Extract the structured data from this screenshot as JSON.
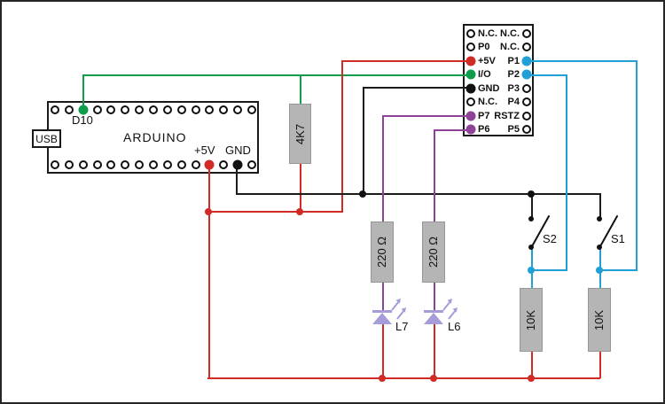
{
  "colors": {
    "wire_red": "#d02b24",
    "wire_green": "#0f9d4b",
    "wire_blue": "#21a0d8",
    "wire_purple": "#8e4397",
    "wire_black": "#1c1c1c",
    "led_body": "#a79bd9",
    "resistor_body": "#b5b5b5"
  },
  "arduino": {
    "label": "ARDUINO",
    "usb": "USB",
    "d10": "D10",
    "plus5v": "+5V",
    "gnd": "GND",
    "top_pin_count": 15,
    "bottom_pin_count": 15,
    "d10_index": 2,
    "plus5v_index": 11,
    "gnd_index": 13
  },
  "chip": {
    "left_pins": [
      {
        "label": "N.C.",
        "fill": "none"
      },
      {
        "label": "P0",
        "fill": "none"
      },
      {
        "label": "+5V",
        "fill": "red"
      },
      {
        "label": "I/O",
        "fill": "green"
      },
      {
        "label": "GND",
        "fill": "black"
      },
      {
        "label": "N.C.",
        "fill": "none"
      },
      {
        "label": "P7",
        "fill": "purple"
      },
      {
        "label": "P6",
        "fill": "purple"
      }
    ],
    "right_pins": [
      {
        "label": "N.C.",
        "fill": "none"
      },
      {
        "label": "N.C.",
        "fill": "none"
      },
      {
        "label": "P1",
        "fill": "blue"
      },
      {
        "label": "P2",
        "fill": "blue"
      },
      {
        "label": "P3",
        "fill": "none"
      },
      {
        "label": "P4",
        "fill": "none"
      },
      {
        "label": "RSTZ",
        "fill": "none"
      },
      {
        "label": "P5",
        "fill": "none"
      }
    ]
  },
  "resistors": {
    "r4k7": "4K7",
    "r220_left": "220 Ω",
    "r220_right": "220 Ω",
    "r10k_left": "10K",
    "r10k_right": "10K"
  },
  "leds": {
    "left": "L7",
    "right": "L6"
  },
  "switches": {
    "left": "S2",
    "right": "S1"
  }
}
